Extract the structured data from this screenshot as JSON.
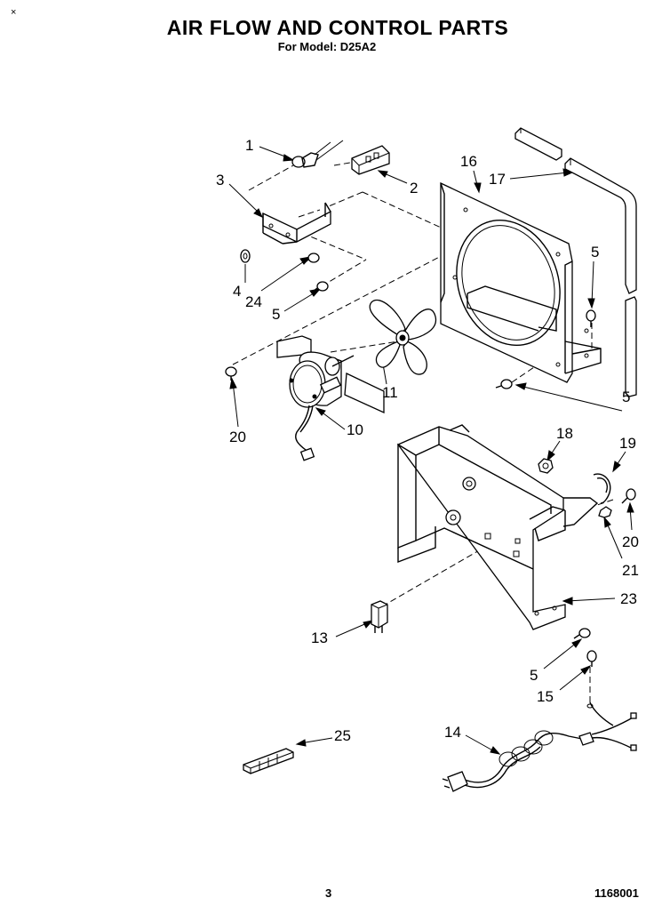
{
  "header": {
    "title": "AIR FLOW AND CONTROL PARTS",
    "subtitle": "For Model: D25A2",
    "corner_mark": "×"
  },
  "footer": {
    "page_number": "3",
    "doc_number": "1168001"
  },
  "callouts": {
    "c1": "1",
    "c2": "2",
    "c3": "3",
    "c4": "4",
    "c24": "24",
    "c5a": "5",
    "c16": "16",
    "c17": "17",
    "c5b": "5",
    "c5c": "5",
    "c11": "11",
    "c20a": "20",
    "c10": "10",
    "c18": "18",
    "c19": "19",
    "c20b": "20",
    "c21": "21",
    "c23": "23",
    "c13": "13",
    "c5d": "5",
    "c15": "15",
    "c14": "14",
    "c25": "25"
  }
}
